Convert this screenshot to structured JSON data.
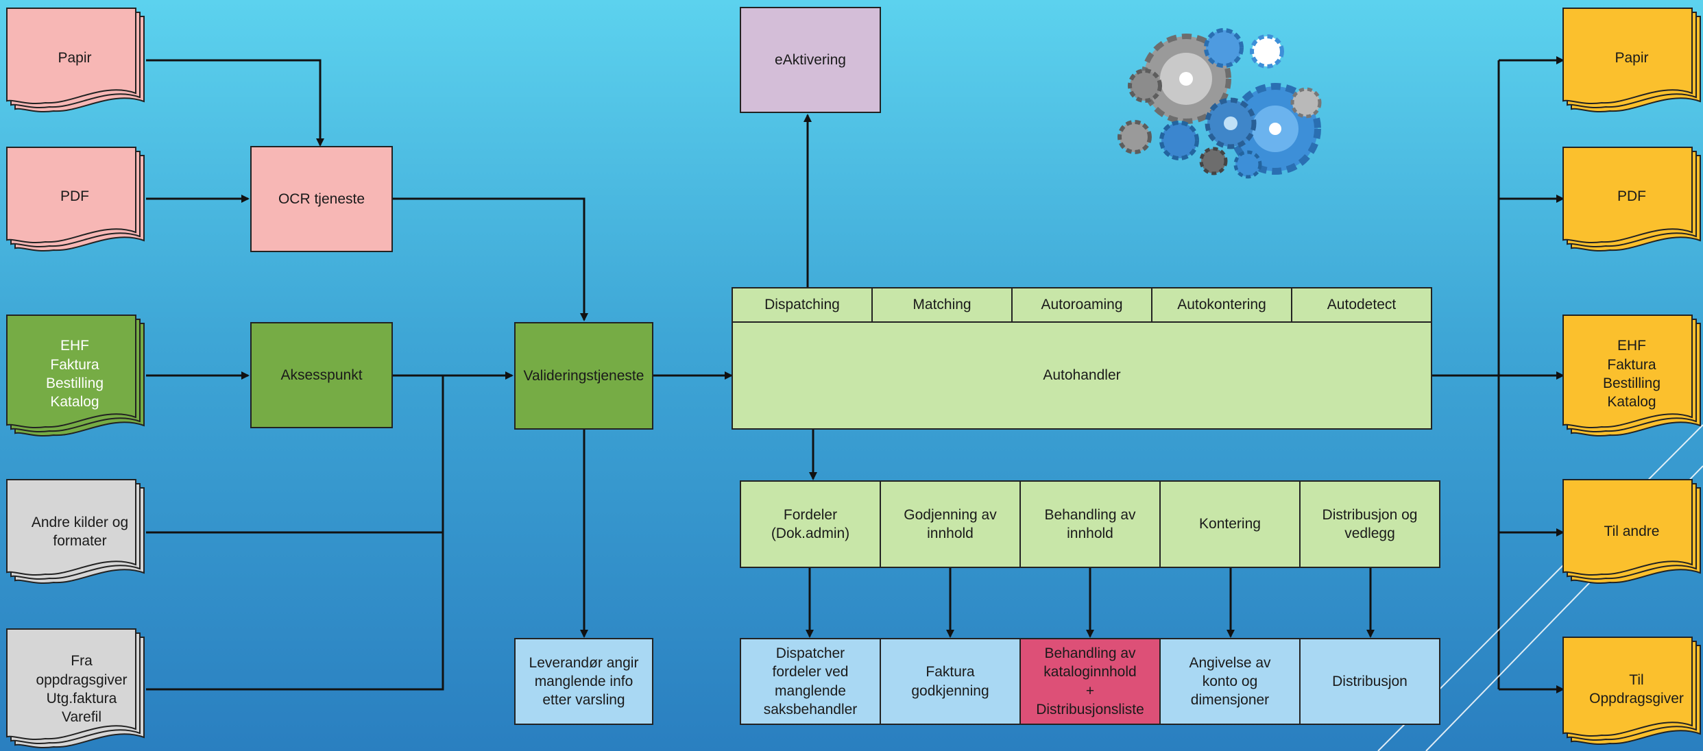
{
  "colors": {
    "pink": "#f7b7b5",
    "green": "#76ac45",
    "light_green": "#c8e6a8",
    "purple": "#d4bed8",
    "light_blue": "#a9d8f3",
    "red": "#dd5077",
    "yellow": "#fbc02d",
    "gray": "#d6d6d6"
  },
  "inputs": [
    {
      "text": "Papir"
    },
    {
      "text": "PDF"
    },
    {
      "text": "EHF\nFaktura\nBestilling\nKatalog"
    },
    {
      "text": "Andre kilder og\nformater"
    },
    {
      "text": "Fra\noppdragsgiver\nUtg.faktura\nVarefil"
    }
  ],
  "ocr": "OCR tjeneste",
  "aksesspunkt": "Aksesspunkt",
  "validering": "Valideringstjeneste",
  "leverandor": "Leverandør angir\nmanglende info\netter varsling",
  "eaktivering": "eAktivering",
  "modules": [
    "Dispatching",
    "Matching",
    "Autoroaming",
    "Autokontering",
    "Autodetect"
  ],
  "autohandler": "Autohandler",
  "process": [
    "Fordeler\n(Dok.admin)",
    "Godjenning av\ninnhold",
    "Behandling av\ninnhold",
    "Kontering",
    "Distribusjon og\nvedlegg"
  ],
  "results": [
    "Dispatcher\nfordeler ved\nmanglende\nsaksbehandler",
    "Faktura\ngodkjenning",
    "Behandling av\nkataloginnhold\n+\nDistribusjonsliste",
    "Angivelse av\nkonto og\ndimensjoner",
    "Distribusjon"
  ],
  "outputs": [
    {
      "text": "Papir"
    },
    {
      "text": "PDF"
    },
    {
      "text": "EHF\nFaktura\nBestilling\nKatalog"
    },
    {
      "text": "Til andre"
    },
    {
      "text": "Til\nOppdragsgiver"
    }
  ],
  "gears_icon": "gears-icon"
}
